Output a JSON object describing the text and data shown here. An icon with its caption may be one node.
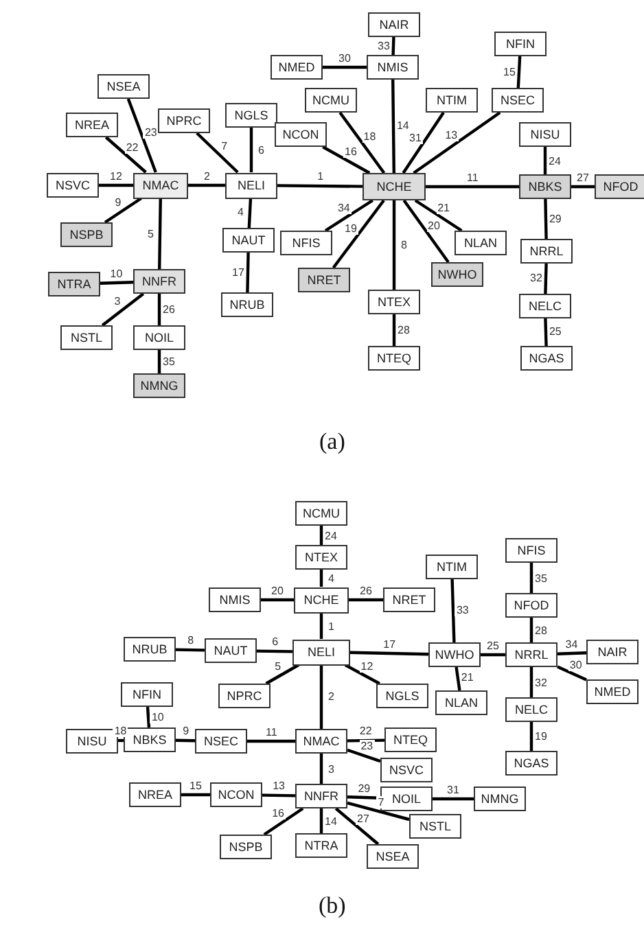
{
  "diagram": {
    "nodes": [
      {
        "text": [
          "NAIR"
        ]
      },
      {
        "text": [
          "NMED"
        ]
      },
      {
        "text": [
          "NMIS"
        ]
      },
      {
        "text": [
          "NFIN"
        ]
      },
      {
        "text": [
          "NSEA"
        ]
      },
      {
        "text": [
          "NCMU"
        ]
      },
      {
        "text": [
          "NTIM"
        ]
      },
      {
        "text": [
          "NSEC"
        ]
      },
      {
        "text": [
          "NREA"
        ]
      },
      {
        "text": [
          "NPRC"
        ]
      },
      {
        "text": [
          "NGLS"
        ]
      },
      {
        "text": [
          "NCON"
        ]
      },
      {
        "text": [
          "NISU"
        ]
      },
      {
        "text": [
          "NSVC"
        ]
      },
      {
        "text": [
          "NMAC"
        ]
      },
      {
        "text": [
          "NELI"
        ]
      },
      {
        "text": [
          "NCHE"
        ]
      },
      {
        "text": [
          "NBKS"
        ]
      },
      {
        "text": [
          "NFOD"
        ]
      },
      {
        "text": [
          "NSPB"
        ]
      },
      {
        "text": [
          "NAUT"
        ]
      },
      {
        "text": [
          "NFIS"
        ]
      },
      {
        "text": [
          "NLAN"
        ]
      },
      {
        "text": [
          "NRRL"
        ]
      },
      {
        "text": [
          "NRUB"
        ]
      },
      {
        "text": [
          "NRET"
        ]
      },
      {
        "text": [
          "NWHO"
        ]
      },
      {
        "text": [
          "NTRA"
        ]
      },
      {
        "text": [
          "NNFR"
        ]
      },
      {
        "text": [
          "NTEX"
        ]
      },
      {
        "text": [
          "NELC"
        ]
      },
      {
        "text": [
          "NSTL"
        ]
      },
      {
        "text": [
          "NOIL"
        ]
      },
      {
        "text": [
          "NTEQ"
        ]
      },
      {
        "text": [
          "NGAS"
        ]
      },
      {
        "text": [
          "NMNG"
        ]
      },
      {
        "text": [
          "NCMU"
        ]
      },
      {
        "text": [
          "NTEX"
        ]
      },
      {
        "text": [
          "NTIM"
        ]
      },
      {
        "text": [
          "NFIS"
        ]
      },
      {
        "text": [
          "NMIS"
        ]
      },
      {
        "text": [
          "NCHE"
        ]
      },
      {
        "text": [
          "NRET"
        ]
      },
      {
        "text": [
          "NFOD"
        ]
      },
      {
        "text": [
          "NRUB"
        ]
      },
      {
        "text": [
          "NAUT"
        ]
      },
      {
        "text": [
          "NELI"
        ]
      },
      {
        "text": [
          "NWHO"
        ]
      },
      {
        "text": [
          "NRRL"
        ]
      },
      {
        "text": [
          "NAIR"
        ]
      },
      {
        "text": [
          "NPRC"
        ]
      },
      {
        "text": [
          "NGLS"
        ]
      },
      {
        "text": [
          "NLAN"
        ]
      },
      {
        "text": [
          "NMED"
        ]
      },
      {
        "text": [
          "NFIN"
        ]
      },
      {
        "text": [
          "NELC"
        ]
      },
      {
        "text": [
          "NISU"
        ]
      },
      {
        "text": [
          "NBKS"
        ]
      },
      {
        "text": [
          "NSEC"
        ]
      },
      {
        "text": [
          "NMAC"
        ]
      },
      {
        "text": [
          "NTEQ"
        ]
      },
      {
        "text": [
          "NSVC"
        ]
      },
      {
        "text": [
          "NGAS"
        ]
      },
      {
        "text": [
          "NREA"
        ]
      },
      {
        "text": [
          "NCON"
        ]
      },
      {
        "text": [
          "NNFR"
        ]
      },
      {
        "text": [
          "NOIL"
        ]
      },
      {
        "text": [
          "NMNG"
        ]
      },
      {
        "text": [
          "NSTL"
        ]
      },
      {
        "text": [
          "NSPB"
        ]
      },
      {
        "text": [
          "NTRA"
        ]
      },
      {
        "text": [
          "NSEA"
        ]
      }
    ],
    "edges": [
      {
        "from": 2,
        "to": 0,
        "arrow": "none",
        "label": "33"
      },
      {
        "from": 1,
        "to": 2,
        "arrow": "none",
        "label": "30"
      },
      {
        "from": 2,
        "to": 16,
        "arrow": "none",
        "label": "14"
      },
      {
        "from": 3,
        "to": 7,
        "arrow": "none",
        "label": "15"
      },
      {
        "from": 7,
        "to": 16,
        "arrow": "none",
        "label": "13"
      },
      {
        "from": 6,
        "to": 16,
        "arrow": "none",
        "label": "31"
      },
      {
        "from": 5,
        "to": 16,
        "arrow": "none",
        "label": "18"
      },
      {
        "from": 11,
        "to": 16,
        "arrow": "none",
        "label": "16"
      },
      {
        "from": 15,
        "to": 16,
        "arrow": "none",
        "label": "1"
      },
      {
        "from": 21,
        "to": 16,
        "arrow": "none",
        "label": "34"
      },
      {
        "from": 25,
        "to": 16,
        "arrow": "none",
        "label": "19"
      },
      {
        "from": 29,
        "to": 16,
        "arrow": "none",
        "label": "8"
      },
      {
        "from": 26,
        "to": 16,
        "arrow": "none",
        "label": "20"
      },
      {
        "from": 22,
        "to": 16,
        "arrow": "none",
        "label": "21"
      },
      {
        "from": 16,
        "to": 17,
        "arrow": "none",
        "label": "11"
      },
      {
        "from": 12,
        "to": 17,
        "arrow": "none",
        "label": "24"
      },
      {
        "from": 17,
        "to": 18,
        "arrow": "none",
        "label": "27"
      },
      {
        "from": 17,
        "to": 23,
        "arrow": "none",
        "label": "29"
      },
      {
        "from": 23,
        "to": 30,
        "arrow": "none",
        "label": "32"
      },
      {
        "from": 30,
        "to": 34,
        "arrow": "none",
        "label": "25"
      },
      {
        "from": 29,
        "to": 33,
        "arrow": "none",
        "label": "28"
      },
      {
        "from": 4,
        "to": 14,
        "arrow": "none",
        "label": "23"
      },
      {
        "from": 8,
        "to": 14,
        "arrow": "none",
        "label": "22"
      },
      {
        "from": 13,
        "to": 14,
        "arrow": "none",
        "label": "12"
      },
      {
        "from": 19,
        "to": 14,
        "arrow": "none",
        "label": "9"
      },
      {
        "from": 14,
        "to": 15,
        "arrow": "none",
        "label": "2"
      },
      {
        "from": 9,
        "to": 15,
        "arrow": "none",
        "label": "7"
      },
      {
        "from": 10,
        "to": 15,
        "arrow": "none",
        "label": "6"
      },
      {
        "from": 15,
        "to": 20,
        "arrow": "none",
        "label": "4"
      },
      {
        "from": 20,
        "to": 24,
        "arrow": "none",
        "label": "17"
      },
      {
        "from": 14,
        "to": 28,
        "arrow": "none",
        "label": "5"
      },
      {
        "from": 27,
        "to": 28,
        "arrow": "none",
        "label": "10"
      },
      {
        "from": 31,
        "to": 28,
        "arrow": "none",
        "label": "3"
      },
      {
        "from": 28,
        "to": 32,
        "arrow": "none",
        "label": "26"
      },
      {
        "from": 32,
        "to": 35,
        "arrow": "none",
        "label": "35"
      },
      {
        "from": 36,
        "to": 37,
        "arrow": "none",
        "label": "24"
      },
      {
        "from": 37,
        "to": 41,
        "arrow": "none",
        "label": "4"
      },
      {
        "from": 40,
        "to": 41,
        "arrow": "none",
        "label": "20"
      },
      {
        "from": 41,
        "to": 42,
        "arrow": "none",
        "label": "26"
      },
      {
        "from": 41,
        "to": 46,
        "arrow": "none",
        "label": "1"
      },
      {
        "from": 44,
        "to": 45,
        "arrow": "none",
        "label": "8"
      },
      {
        "from": 45,
        "to": 46,
        "arrow": "none",
        "label": "6"
      },
      {
        "from": 50,
        "to": 46,
        "arrow": "none",
        "label": "5"
      },
      {
        "from": 46,
        "to": 51,
        "arrow": "none",
        "label": "12"
      },
      {
        "from": 46,
        "to": 47,
        "arrow": "none",
        "label": "17"
      },
      {
        "from": 38,
        "to": 47,
        "arrow": "none",
        "label": "33"
      },
      {
        "from": 47,
        "to": 52,
        "arrow": "none",
        "label": "21"
      },
      {
        "from": 47,
        "to": 48,
        "arrow": "none",
        "label": "25"
      },
      {
        "from": 39,
        "to": 43,
        "arrow": "none",
        "label": "35"
      },
      {
        "from": 43,
        "to": 48,
        "arrow": "none",
        "label": "28"
      },
      {
        "from": 48,
        "to": 49,
        "arrow": "none",
        "label": "34"
      },
      {
        "from": 48,
        "to": 53,
        "arrow": "none",
        "label": "30"
      },
      {
        "from": 48,
        "to": 55,
        "arrow": "none",
        "label": "32"
      },
      {
        "from": 55,
        "to": 62,
        "arrow": "none",
        "label": "19"
      },
      {
        "from": 46,
        "to": 59,
        "arrow": "none",
        "label": "2"
      },
      {
        "from": 54,
        "to": 57,
        "arrow": "none",
        "label": "10"
      },
      {
        "from": 56,
        "to": 57,
        "arrow": "none",
        "label": "18"
      },
      {
        "from": 57,
        "to": 58,
        "arrow": "none",
        "label": "9"
      },
      {
        "from": 58,
        "to": 59,
        "arrow": "none",
        "label": "11"
      },
      {
        "from": 59,
        "to": 60,
        "arrow": "none",
        "label": "22"
      },
      {
        "from": 59,
        "to": 61,
        "arrow": "none",
        "label": "23"
      },
      {
        "from": 59,
        "to": 65,
        "arrow": "none",
        "label": "3"
      },
      {
        "from": 63,
        "to": 64,
        "arrow": "none",
        "label": "15"
      },
      {
        "from": 64,
        "to": 65,
        "arrow": "none",
        "label": "13"
      },
      {
        "from": 65,
        "to": 66,
        "arrow": "none",
        "label": "29"
      },
      {
        "from": 66,
        "to": 67,
        "arrow": "none",
        "label": "31"
      },
      {
        "from": 65,
        "to": 68,
        "arrow": "none",
        "label": "7"
      },
      {
        "from": 65,
        "to": 69,
        "arrow": "none",
        "label": "16"
      },
      {
        "from": 65,
        "to": 70,
        "arrow": "none",
        "label": "14"
      },
      {
        "from": 65,
        "to": 71,
        "arrow": "none",
        "label": "27"
      }
    ],
    "labels": [
      "(a)",
      "(b)"
    ]
  }
}
